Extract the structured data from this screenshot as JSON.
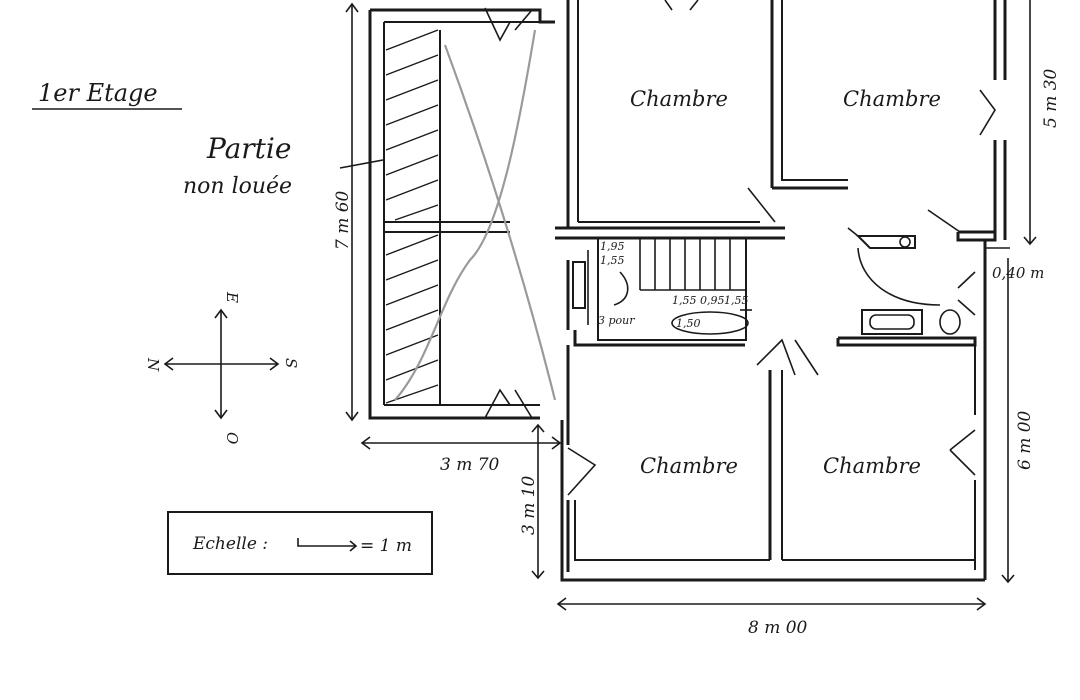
{
  "floor_title": "1er Etage",
  "rooms": {
    "chambre_nw": "Chambre",
    "chambre_ne": "Chambre",
    "chambre_sw": "Chambre",
    "chambre_se": "Chambre"
  },
  "partie_non_louee": {
    "line1": "Partie",
    "line2": "non louée"
  },
  "dimensions": {
    "left_height": "7 m 60",
    "left_width": "3 m 70",
    "lower_left_height": "3 m 10",
    "bottom_width": "8 m 00",
    "right_top": "5 m 30",
    "right_bottom": "6 m 00",
    "right_gap": "0,40 m"
  },
  "stair_notes": {
    "n1": "1,95",
    "n2": "1,55",
    "n3": "3 pour",
    "n4": "1,55",
    "n5": "0,95",
    "n6": "1,55",
    "n7": "1,50"
  },
  "compass": {
    "east": "E",
    "west": "O",
    "north": "N",
    "south": "S"
  },
  "scale": {
    "label": "Echelle :",
    "value": "= 1 m"
  }
}
